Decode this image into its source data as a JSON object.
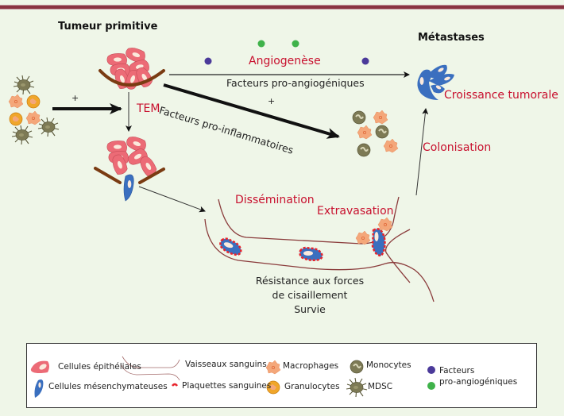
{
  "titles": {
    "primary_tumor": "Tumeur primitive",
    "metastases": "Métastases"
  },
  "steps": {
    "angiogenesis": "Angiogenèse",
    "pro_angiogenic_factors": "Facteurs pro-angiogéniques",
    "pro_inflammatory_factors": "Facteurs pro-inflammatoires",
    "plus_left": "+",
    "plus_middle": "+",
    "emt": "TEM",
    "dissemination": "Dissémination",
    "extravasation": "Extravasation",
    "colonisation": "Colonisation",
    "tumor_growth": "Croissance tumorale",
    "shear_resistance_line1": "Résistance aux forces",
    "shear_resistance_line2": "de cisaillement",
    "survival": "Survie"
  },
  "legend": {
    "epithelial": "Cellules épithéliales",
    "mesenchymal": "Cellules mésenchymateuses",
    "vessels": "Vaisseaux sanguins",
    "platelets": "Plaquettes sanguines",
    "macrophages": "Macrophages",
    "granulocytes": "Granulocytes",
    "monocytes": "Monocytes",
    "mdsc": "MDSC",
    "factors_line1": "Facteurs",
    "factors_line2": "pro-angiogéniques"
  },
  "colors": {
    "background": "#eff6e8",
    "epithelial": "#ec6b76",
    "mesenchymal": "#3a6fbf",
    "basement_membrane": "#7a3b12",
    "vessel": "#8a3b3b",
    "platelet": "#e8242c",
    "macrophage": "#f4a77a",
    "granulocyte": "#f0a62a",
    "monocyte": "#7d7a55",
    "factor_purple": "#4b3a9a",
    "factor_green": "#3fb24a",
    "label_red": "#c8102e"
  }
}
